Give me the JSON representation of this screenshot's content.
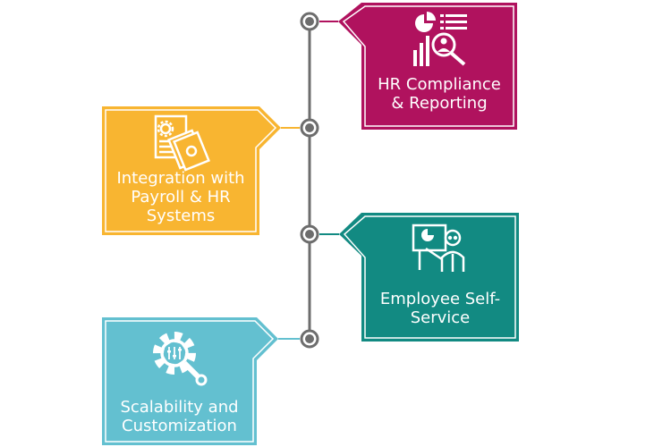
{
  "items": [
    {
      "label_lines": [
        "HR Compliance",
        "& Reporting"
      ],
      "color": "#b0125e",
      "icon": "report-analytics-icon"
    },
    {
      "label_lines": [
        "Integration with",
        "Payroll & HR",
        "Systems"
      ],
      "color": "#f8b531",
      "icon": "payroll-documents-icon"
    },
    {
      "label_lines": [
        "Employee Self-",
        "Service"
      ],
      "color": "#128a82",
      "icon": "presenter-icon"
    },
    {
      "label_lines": [
        "Scalability and",
        "Customization"
      ],
      "color": "#63c0d0",
      "icon": "gear-wrench-icon"
    }
  ],
  "timeline": {
    "line_color": "#6d6d6d"
  }
}
